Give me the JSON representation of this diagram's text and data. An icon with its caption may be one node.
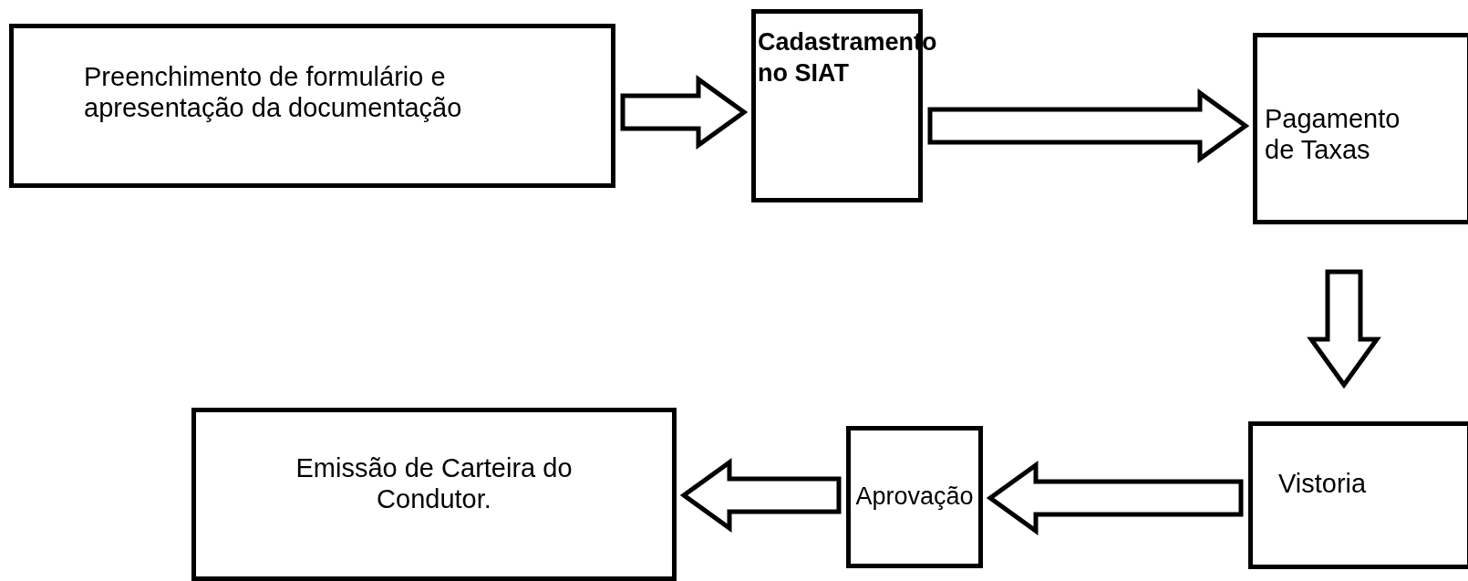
{
  "diagram": {
    "nodes": [
      {
        "text": [
          "Preenchimento de formulário e apresentação da documentação"
        ]
      },
      {
        "text": [
          "Cadastramento no SIAT"
        ]
      },
      {
        "text": [
          "Pagamento de Taxas"
        ]
      },
      {
        "text": [
          "Vistoria"
        ]
      },
      {
        "text": [
          "Aprovação"
        ]
      },
      {
        "text": [
          "Emissão de Carteira do Condutor."
        ]
      }
    ],
    "edges": [
      {
        "from": 0,
        "to": 1,
        "arrow": "to"
      },
      {
        "from": 1,
        "to": 2,
        "arrow": "to"
      },
      {
        "from": 2,
        "to": 3,
        "arrow": "to"
      },
      {
        "from": 3,
        "to": 4,
        "arrow": "to"
      },
      {
        "from": 4,
        "to": 5,
        "arrow": "to"
      }
    ]
  }
}
